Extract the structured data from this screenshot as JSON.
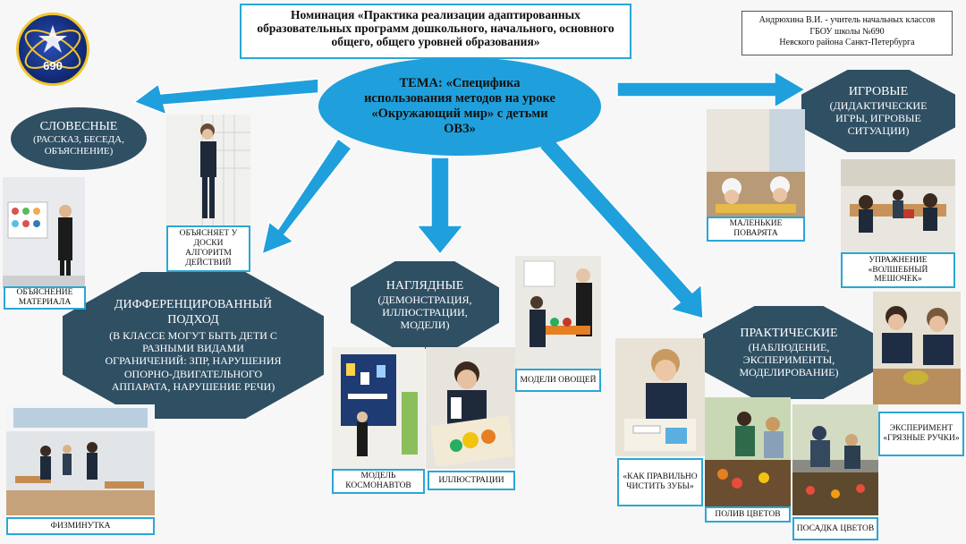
{
  "nomination": "Номинация «Практика реализации адаптированных образовательных программ дошкольного, начального, основного общего, общего уровней образования»",
  "author": {
    "line1": "Андрюхина В.И. - учитель начальных классов",
    "line2": "ГБОУ школы №690",
    "line3": "Невского района Санкт-Петербурга"
  },
  "logo": {
    "text": "690"
  },
  "topic": "ТЕМА: «Специфика использования методов на уроке «Окружающий мир» с детьми ОВЗ»",
  "methods": {
    "verbal": {
      "title": "СЛОВЕСНЫЕ",
      "desc": "(РАССКАЗ, БЕСЕДА, ОБЪЯСНЕНИЕ)"
    },
    "game": {
      "title": "ИГРОВЫЕ",
      "desc": "(ДИДАКТИЧЕСКИЕ ИГРЫ, ИГРОВЫЕ СИТУАЦИИ)"
    },
    "visual": {
      "title": "НАГЛЯДНЫЕ",
      "desc": "(ДЕМОНСТРАЦИЯ, ИЛЛЮСТРАЦИИ, МОДЕЛИ)"
    },
    "practical": {
      "title": "ПРАКТИЧЕСКИЕ",
      "desc": "(НАБЛЮДЕНИЕ, ЭКСПЕРИМЕНТЫ, МОДЕЛИРОВАНИЕ)"
    },
    "differentiated": {
      "title": "ДИФФЕРЕНЦИРОВАННЫЙ ПОДХОД",
      "desc": "(В КЛАССЕ МОГУТ БЫТЬ ДЕТИ С РАЗНЫМИ ВИДАМИ ОГРАНИЧЕНИЙ: ЗПР, НАРУШЕНИЯ ОПОРНО-ДВИГАТЕЛЬНОГО АППАРАТА, НАРУШЕНИЕ РЕЧИ)"
    }
  },
  "captions": {
    "explain_material": "ОБЪЯСНЕНИЕ МАТЕРИАЛА",
    "explain_board": "ОБЪЯСНЯЕТ У ДОСКИ АЛГОРИТМ ДЕЙСТВИЙ",
    "little_cooks": "МАЛЕНЬКИЕ ПОВАРЯТА",
    "magic_bag": "УПРАЖНЕНИЕ «ВОЛШЕБНЫЙ МЕШОЧЕК»",
    "veg_models": "МОДЕЛИ ОВОЩЕЙ",
    "cosmonaut_model": "МОДЕЛЬ КОСМОНАВТОВ",
    "illustrations": "ИЛЛЮСТРАЦИИ",
    "teeth": "«КАК ПРАВИЛЬНО ЧИСТИТЬ ЗУБЫ»",
    "watering": "ПОЛИВ ЦВЕТОВ",
    "planting": "ПОСАДКА ЦВЕТОВ",
    "dirty_hands": "ЭКСПЕРИМЕНТ «ГРЯЗНЫЕ РУЧКИ»",
    "exercise_break": "ФИЗМИНУТКА"
  },
  "colors": {
    "accent": "#2aa7d6",
    "ellipse": "#1fa0dc",
    "blob": "#2f4f63",
    "arrow": "#1fa0dc"
  }
}
